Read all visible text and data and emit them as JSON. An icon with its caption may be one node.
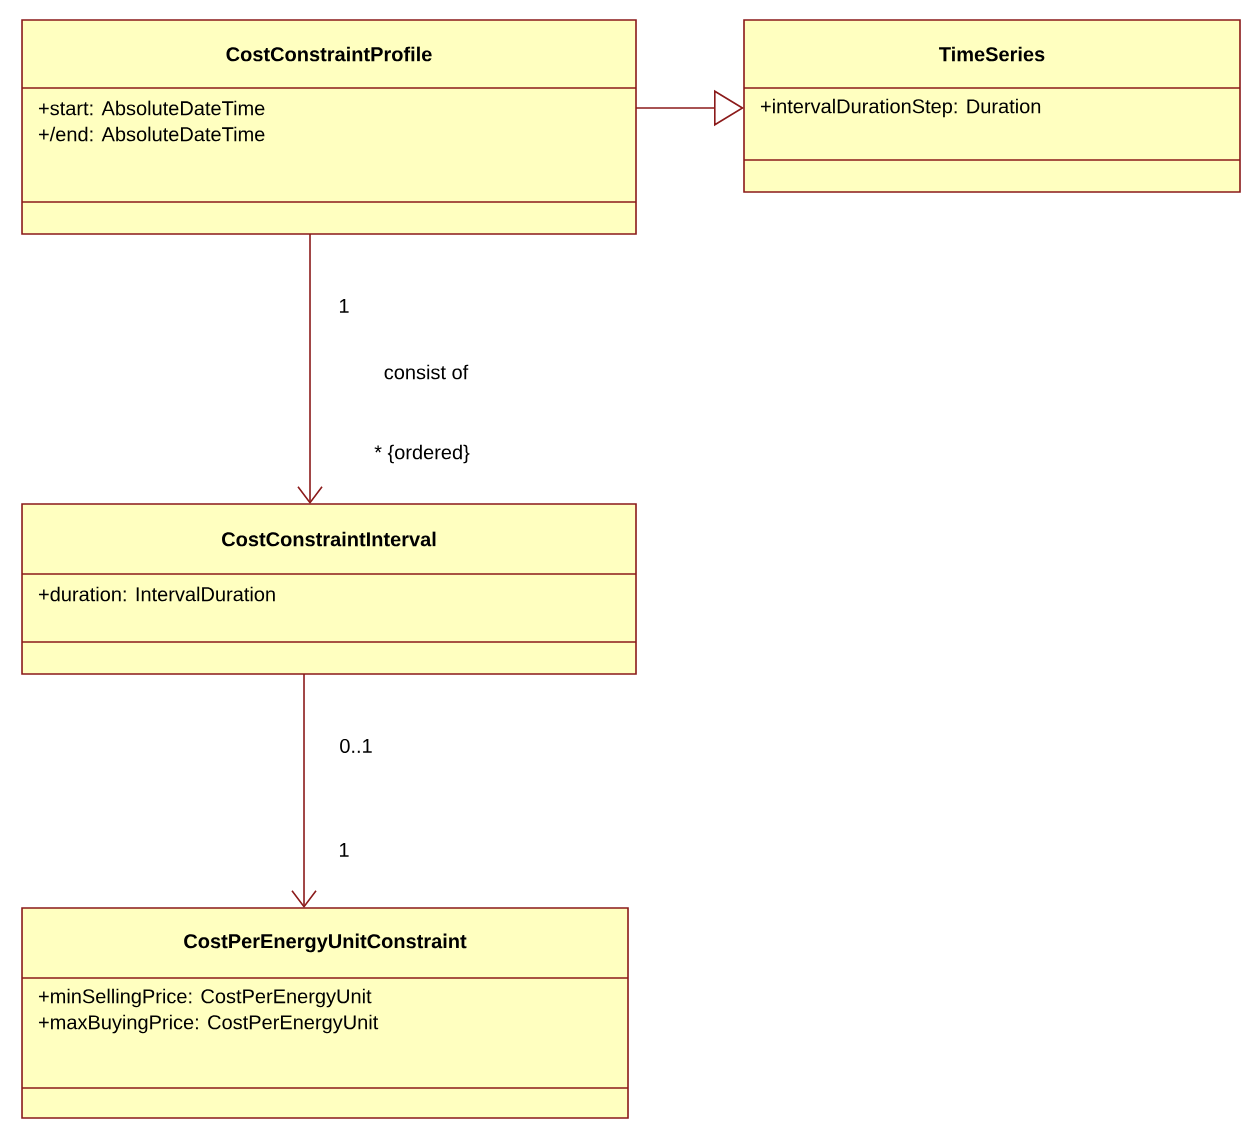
{
  "diagram": {
    "nodes": [
      {
        "text": [
          "CostConstraintProfile",
          "+start: AbsoluteDateTime",
          "+/end: AbsoluteDateTime"
        ]
      },
      {
        "text": [
          "TimeSeries",
          "+intervalDurationStep: Duration"
        ]
      },
      {
        "text": [
          "CostConstraintInterval",
          "+duration: IntervalDuration"
        ]
      },
      {
        "text": [
          "CostPerEnergyUnitConstraint",
          "+minSellingPrice: CostPerEnergyUnit",
          "+maxBuyingPrice: CostPerEnergyUnit"
        ]
      }
    ],
    "edges": [
      {
        "from": 0,
        "to": 1,
        "arrow": "to"
      },
      {
        "from": 0,
        "to": 2,
        "arrow": "to",
        "label": "consist of"
      },
      {
        "from": 2,
        "to": 3,
        "arrow": "to"
      }
    ],
    "labels": [
      "1",
      "* {ordered}",
      "0..1",
      "1"
    ]
  }
}
